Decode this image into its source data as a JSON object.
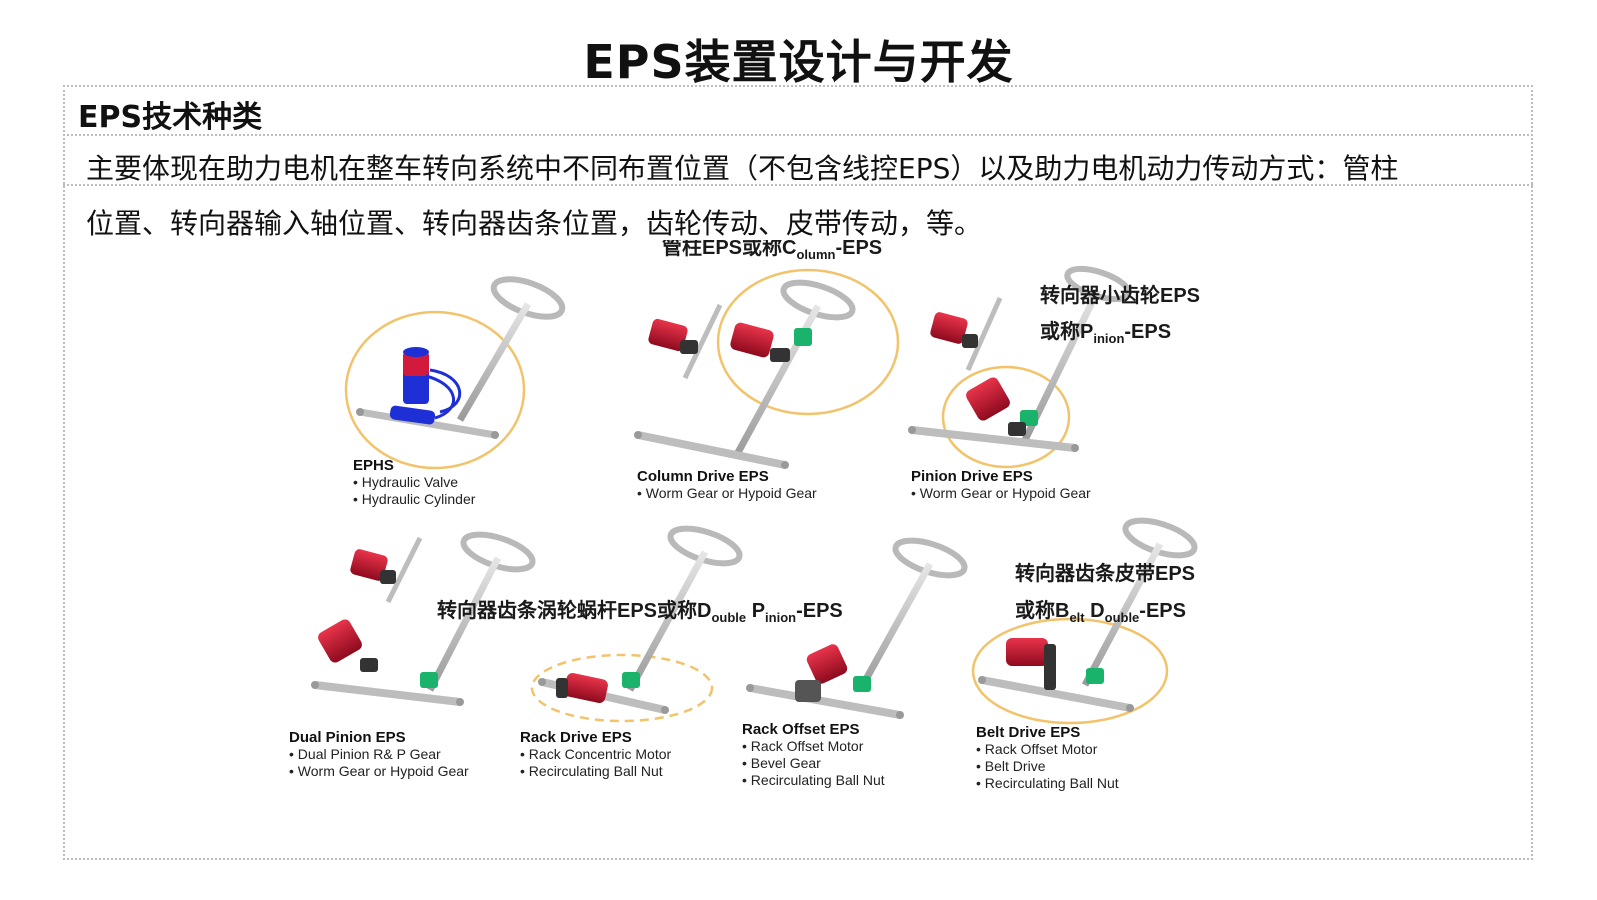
{
  "title": "EPS装置设计与开发",
  "subtitle": "EPS技术种类",
  "paragraph": {
    "line1": "主要体现在助力电机在整车转向系统中不同布置位置（不包含线控EPS）以及助力电机动力传动方式：管柱",
    "line2": "位置、转向器输入轴位置、转向器齿条位置，齿轮传动、皮带传动，等。"
  },
  "annotations": {
    "column": {
      "pre": "管柱EPS或称C",
      "sub": "olumn",
      "post": "-EPS"
    },
    "pinion": {
      "line1": "转向器小齿轮EPS",
      "pre": "或称P",
      "sub": "inion",
      "post": "-EPS"
    },
    "double_pinion": {
      "pre": "转向器齿条涡轮蜗杆EPS或称D",
      "sub1": "ouble",
      "mid": " P",
      "sub2": "inion",
      "post": "-EPS"
    },
    "belt": {
      "line1": "转向器齿条皮带EPS",
      "pre": "或称B",
      "sub1": "elt",
      "mid": " D",
      "sub2": "ouble",
      "post": "-EPS"
    }
  },
  "diagrams": [
    {
      "name": "EPHS",
      "items": [
        "Hydraulic Valve",
        "Hydraulic Cylinder"
      ]
    },
    {
      "name": "Column Drive EPS",
      "items": [
        "Worm Gear or Hypoid Gear"
      ]
    },
    {
      "name": "Pinion Drive EPS",
      "items": [
        "Worm Gear or Hypoid Gear"
      ]
    },
    {
      "name": "Dual Pinion EPS",
      "items": [
        "Dual Pinion R& P Gear",
        "Worm Gear or Hypoid Gear"
      ]
    },
    {
      "name": "Rack Drive EPS",
      "items": [
        "Rack Concentric Motor",
        "Recirculating Ball Nut"
      ]
    },
    {
      "name": "Rack Offset EPS",
      "items": [
        "Rack Offset Motor",
        "Bevel Gear",
        "Recirculating Ball Nut"
      ]
    },
    {
      "name": "Belt Drive EPS",
      "items": [
        "Rack Offset Motor",
        "Belt Drive",
        "Recirculating Ball Nut"
      ]
    }
  ],
  "colors": {
    "motor_red": "#c8102e",
    "gear_green": "#19b36b",
    "hydraulic_blue": "#1f2fd6",
    "highlight_ellipse": "#f2c36b",
    "shaft_gray": "#b5b5b5"
  }
}
